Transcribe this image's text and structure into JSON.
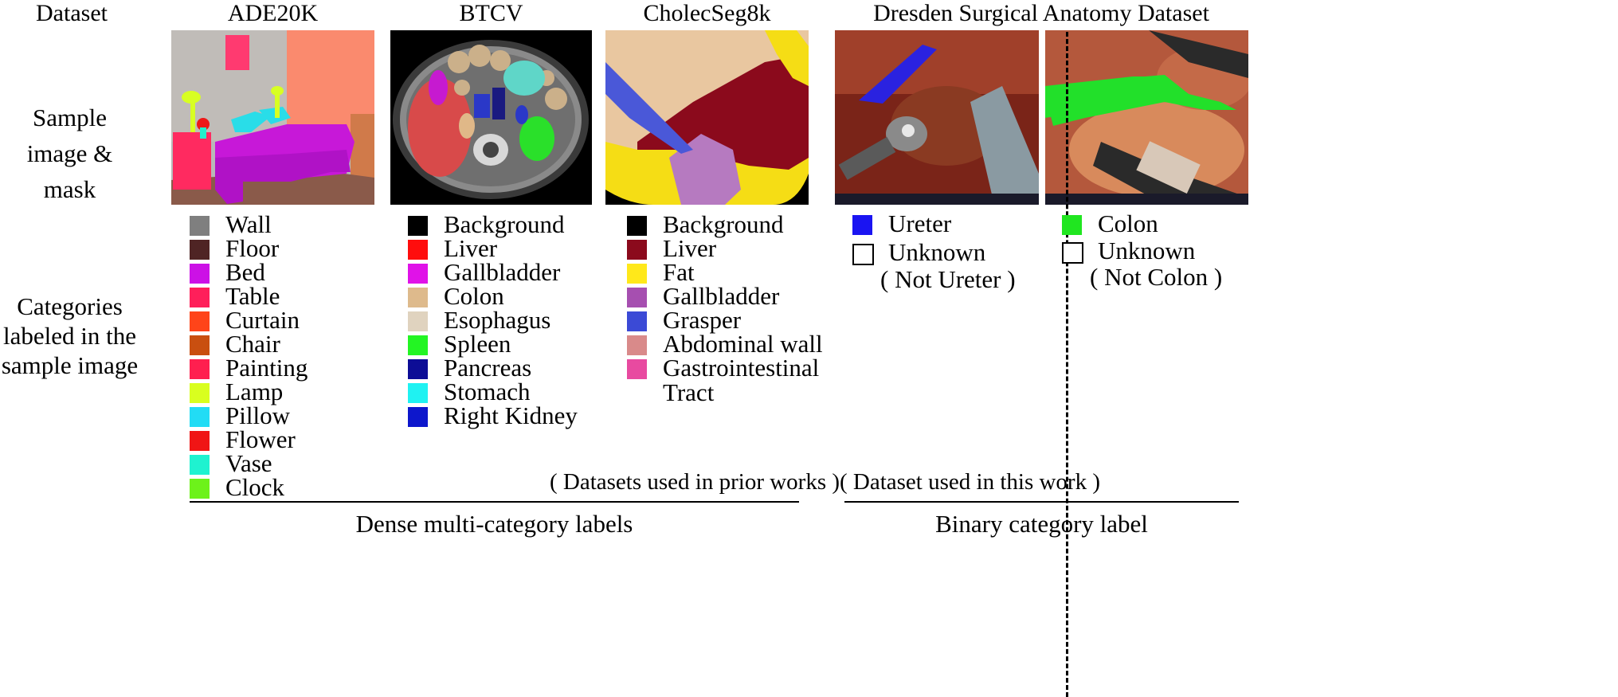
{
  "headers": {
    "dataset": "Dataset",
    "ade": "ADE20K",
    "btcv": "BTCV",
    "cholec": "CholecSeg8k",
    "dresden": "Dresden Surgical Anatomy Dataset"
  },
  "row_labels": {
    "sample": [
      "Sample",
      "image & mask"
    ],
    "categories": [
      "Categories",
      "labeled in the",
      "sample image"
    ]
  },
  "legends": {
    "ade": [
      {
        "label": "Wall",
        "color": "#7f7f7f"
      },
      {
        "label": "Floor",
        "color": "#4f2424"
      },
      {
        "label": "Bed",
        "color": "#cc11e6"
      },
      {
        "label": "Table",
        "color": "#ff1f5a"
      },
      {
        "label": "Curtain",
        "color": "#ff4419"
      },
      {
        "label": "Chair",
        "color": "#c94f10"
      },
      {
        "label": "Painting",
        "color": "#ff1f4f"
      },
      {
        "label": "Lamp",
        "color": "#d9ff1f"
      },
      {
        "label": "Pillow",
        "color": "#22dcf5"
      },
      {
        "label": "Flower",
        "color": "#f01515"
      },
      {
        "label": "Vase",
        "color": "#1ff2d0"
      },
      {
        "label": "Clock",
        "color": "#6df21a"
      }
    ],
    "btcv": [
      {
        "label": "Background",
        "color": "#000000"
      },
      {
        "label": "Liver",
        "color": "#ff0d0d"
      },
      {
        "label": "Gallbladder",
        "color": "#e012e8"
      },
      {
        "label": "Colon",
        "color": "#deba8c"
      },
      {
        "label": "Esophagus",
        "color": "#e0d3bf"
      },
      {
        "label": "Spleen",
        "color": "#23f523"
      },
      {
        "label": "Pancreas",
        "color": "#0d0d96"
      },
      {
        "label": "Stomach",
        "color": "#1ff2f2"
      },
      {
        "label": "Right Kidney",
        "color": "#0d17cc"
      }
    ],
    "cholec": [
      {
        "label": "Background",
        "color": "#000000"
      },
      {
        "label": "Liver",
        "color": "#8b0a1c"
      },
      {
        "label": "Fat",
        "color": "#ffe81a"
      },
      {
        "label": "Gallbladder",
        "color": "#a64fb0"
      },
      {
        "label": "Grasper",
        "color": "#3b4ad6"
      },
      {
        "label": "Abdominal wall",
        "color": "#d98a8a"
      },
      {
        "label": "Gastrointestinal",
        "color": "#e84aa0"
      },
      {
        "label": "Tract",
        "color": ""
      }
    ],
    "ureter": [
      {
        "label": "Ureter",
        "color": "#1a14f2"
      },
      {
        "label": "Unknown",
        "color": ""
      },
      {
        "label": "( Not Ureter )",
        "color": ""
      }
    ],
    "colon": [
      {
        "label": "Colon",
        "color": "#20e620"
      },
      {
        "label": "Unknown",
        "color": ""
      },
      {
        "label": "( Not Colon )",
        "color": ""
      }
    ]
  },
  "notes": {
    "prior": "( Datasets used in prior works )",
    "this": "( Dataset used in this work )"
  },
  "footers": {
    "dense": "Dense multi-category labels",
    "binary": "Binary category label"
  }
}
